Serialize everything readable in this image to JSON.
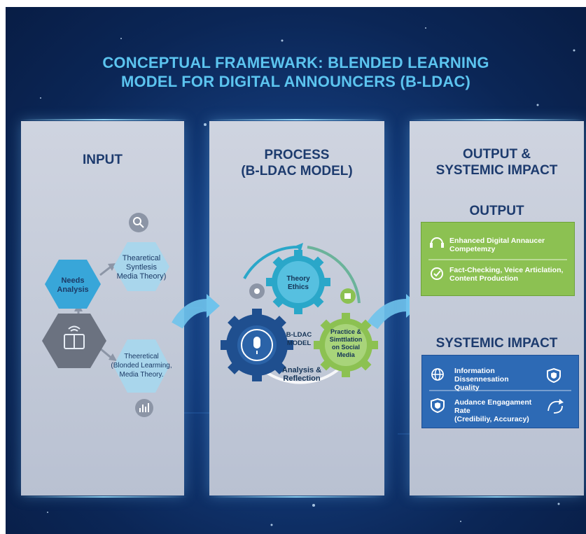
{
  "title": {
    "line1": "CONCEPTUAL FRAMEWARK: BLENDED LEARNING",
    "line2": "MODEL FOR DIGITAL ANNOUNCERS (B-LDAC)"
  },
  "input": {
    "heading": "INPUT",
    "needs_analysis": [
      "Needs",
      "Analysis"
    ],
    "theory_top": [
      "Thearetical",
      "Syntlesis",
      "Media Theory)"
    ],
    "theory_bottom": [
      "Theeretical",
      "(Blonded Learming,",
      "Media Theory."
    ]
  },
  "process": {
    "heading_line1": "PROCESS",
    "heading_line2": "(B-LDAC MODEL)",
    "gear_top": [
      "Theory",
      "Ethics"
    ],
    "center": [
      "B-LDAC",
      "MODEL"
    ],
    "gear_right": [
      "Practice &",
      "Simttlation",
      "on Social",
      "Media"
    ],
    "bottom": [
      "Analysis &",
      "Reflection"
    ]
  },
  "output_panel": {
    "heading_line1": "OUTPUT &",
    "heading_line2": "SYSTEMIC IMPACT",
    "output_heading": "OUTPUT",
    "output_items": [
      {
        "icon": "headphones-icon",
        "lines": [
          "Enhanced Digital Annaucer",
          "Competemzy"
        ]
      },
      {
        "icon": "check-circle-icon",
        "lines": [
          "Fact-Checking, Veice Articlation,",
          "Content Production"
        ]
      }
    ],
    "impact_heading": "SYSTEMIC IMPACT",
    "impact_items": [
      {
        "icon": "globe-icon",
        "right_icon": "shield-icon",
        "lines": [
          "Information Dissennesation",
          "Quality"
        ]
      },
      {
        "icon": "shield-icon",
        "right_icon": "refresh-arrows-icon",
        "lines": [
          "Audance Engagament Rate",
          "(Credibiliy, Accuracy)"
        ]
      }
    ]
  },
  "colors": {
    "background": "#0b2656",
    "title": "#5cc4ef",
    "panel": "#c8cedb",
    "heading": "#1d3b6e",
    "hex_light": "#a9d6ec",
    "hex_blue": "#38a6d9",
    "hex_gray": "#6b7280",
    "gear_navy": "#1f4f8f",
    "gear_teal": "#2aa7c9",
    "gear_green": "#8cc152",
    "output_green": "#8cc152",
    "impact_blue": "#2d6ab5"
  }
}
